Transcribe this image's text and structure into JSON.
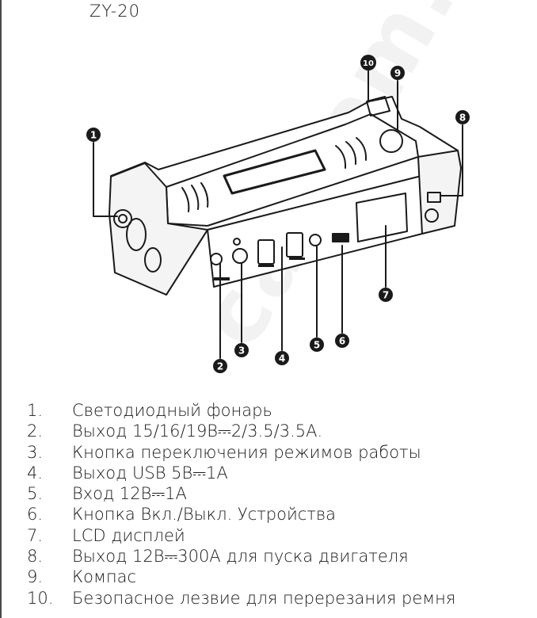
{
  "model": "ZY-20",
  "watermark": "carcam.ru",
  "callouts": [
    "1",
    "2",
    "3",
    "4",
    "5",
    "6",
    "7",
    "8",
    "9",
    "10"
  ],
  "legend": [
    {
      "num": "1.",
      "text": "Светодиодный фонарь"
    },
    {
      "num": "2.",
      "text": "Выход 15/16/19В⎓2/3.5/3.5А."
    },
    {
      "num": "3.",
      "text": "Кнопка переключения режимов работы"
    },
    {
      "num": "4.",
      "text": "Выход USB 5В⎓1А"
    },
    {
      "num": "5.",
      "text": "Вход 12В⎓1А"
    },
    {
      "num": "6.",
      "text": "Кнопка Вкл./Выкл. Устройства"
    },
    {
      "num": "7.",
      "text": "LCD дисплей"
    },
    {
      "num": "8.",
      "text": "Выход 12В⎓300А для пуска двигателя"
    },
    {
      "num": "9.",
      "text": "Компас"
    },
    {
      "num": "10.",
      "text": "Безопасное лезвие для перерезания ремня"
    }
  ]
}
